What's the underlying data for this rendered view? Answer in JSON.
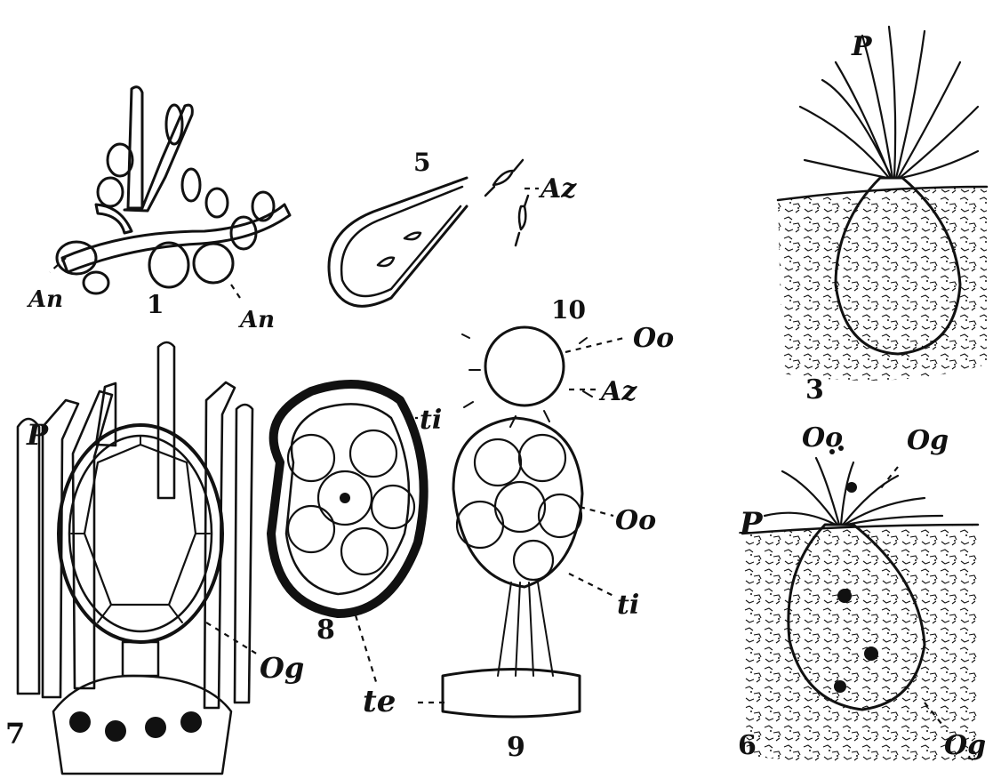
{
  "figure_numbers": {
    "fig1": "1",
    "fig3": "3",
    "fig5": "5",
    "fig6": "6",
    "fig7": "7",
    "fig8": "8",
    "fig9": "9",
    "fig10": "10"
  },
  "labels": {
    "fig1_an_left": "An",
    "fig1_an_right": "An",
    "fig5_az": "Az",
    "fig10_oo": "Oo",
    "fig10_az": "Az",
    "fig3_p": "P",
    "fig6_oo": "Oo",
    "fig6_og_top": "Og",
    "fig6_p": "P",
    "fig6_og_bottom": "Og",
    "fig7_p": "P",
    "fig7_og": "Og",
    "fig8_ti": "ti",
    "fig9_oo": "Oo",
    "fig9_ti": "ti",
    "te": "te"
  },
  "colors": {
    "ink": "#111111",
    "paper": "#ffffff"
  }
}
